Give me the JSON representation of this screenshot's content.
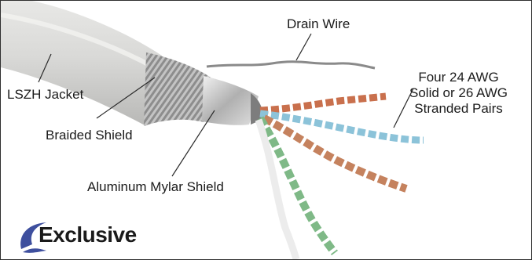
{
  "labels": {
    "drain_wire": "Drain Wire",
    "lszh_jacket": "LSZH Jacket",
    "braided_shield": "Braided Shield",
    "aluminum_mylar_shield": "Aluminum Mylar Shield",
    "pairs": [
      "Four 24 AWG",
      "Solid or 26 AWG",
      "Stranded Pairs"
    ]
  },
  "badge": {
    "text": "Exclusive",
    "color": "#3e4f9e"
  },
  "colors": {
    "jacket": "#d8d8d6",
    "braid": "#9a9a9a",
    "mylar": "#c9c9c9",
    "pair_orange": "#c9704d",
    "pair_blue": "#8cc3d9",
    "pair_green": "#7fb987",
    "pair_brown": "#c5825e",
    "leader": "#2a2a2a"
  }
}
